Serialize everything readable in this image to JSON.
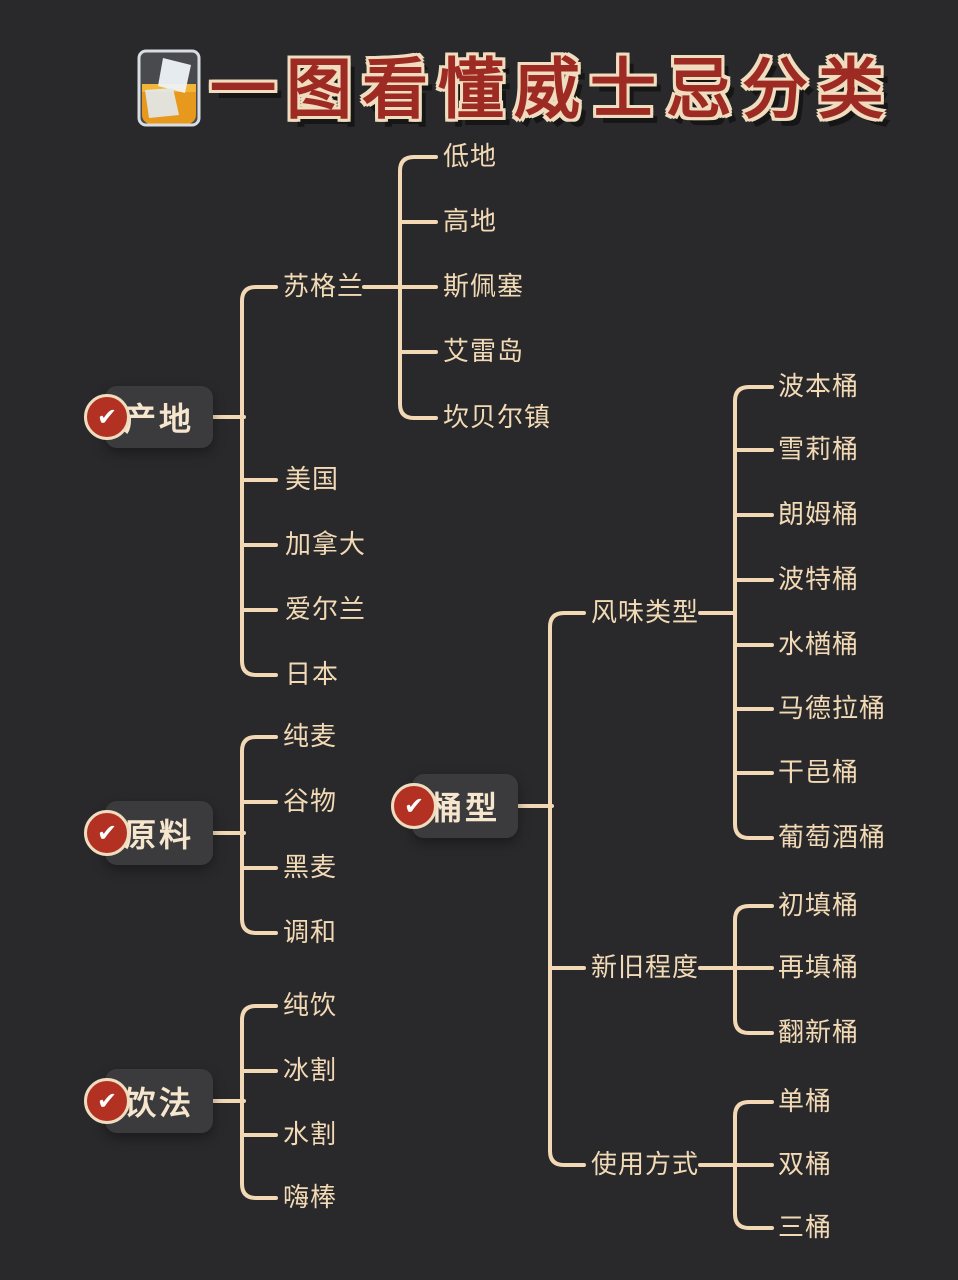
{
  "title": {
    "text": "一图看懂威士忌分类",
    "icon": "whiskey-glass"
  },
  "icons": {
    "check": "✔"
  },
  "colors": {
    "background": "#29292b",
    "line": "#f2d8b5",
    "leaf_text": "#f2dab6",
    "node_background": "#3b3b3d",
    "node_text": "#f5e6cd",
    "badge_red": "#b23122",
    "badge_ring": "#f0ddc0",
    "title_red": "#9d2b23",
    "title_outline": "#f0dcbe"
  },
  "tree": {
    "roots": [
      {
        "label": "产地",
        "children": [
          {
            "label": "苏格兰",
            "children": [
              {
                "label": "低地"
              },
              {
                "label": "高地"
              },
              {
                "label": "斯佩塞"
              },
              {
                "label": "艾雷岛"
              },
              {
                "label": "坎贝尔镇"
              }
            ]
          },
          {
            "label": "美国"
          },
          {
            "label": "加拿大"
          },
          {
            "label": "爱尔兰"
          },
          {
            "label": "日本"
          }
        ]
      },
      {
        "label": "原料",
        "children": [
          {
            "label": "纯麦"
          },
          {
            "label": "谷物"
          },
          {
            "label": "黑麦"
          },
          {
            "label": "调和"
          }
        ]
      },
      {
        "label": "饮法",
        "children": [
          {
            "label": "纯饮"
          },
          {
            "label": "冰割"
          },
          {
            "label": "水割"
          },
          {
            "label": "嗨棒"
          }
        ]
      },
      {
        "label": "桶型",
        "children": [
          {
            "label": "风味类型",
            "children": [
              {
                "label": "波本桶"
              },
              {
                "label": "雪莉桶"
              },
              {
                "label": "朗姆桶"
              },
              {
                "label": "波特桶"
              },
              {
                "label": "水楢桶"
              },
              {
                "label": "马德拉桶"
              },
              {
                "label": "干邑桶"
              },
              {
                "label": "葡萄酒桶"
              }
            ]
          },
          {
            "label": "新旧程度",
            "children": [
              {
                "label": "初填桶"
              },
              {
                "label": "再填桶"
              },
              {
                "label": "翻新桶"
              }
            ]
          },
          {
            "label": "使用方式",
            "children": [
              {
                "label": "单桶"
              },
              {
                "label": "双桶"
              },
              {
                "label": "三桶"
              }
            ]
          }
        ]
      }
    ]
  }
}
